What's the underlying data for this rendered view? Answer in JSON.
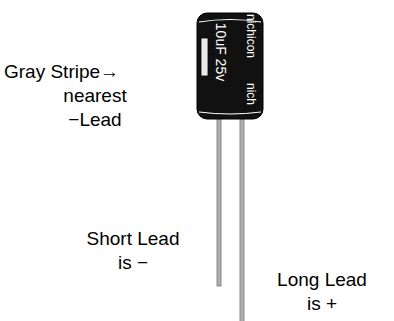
{
  "diagram": {
    "labels": [
      "Gray Stripe→",
      "nearest",
      "−Lead",
      "Short Lead",
      "is −",
      "Long Lead",
      "is +",
      "10uF 25v",
      "nichicon",
      "nich"
    ]
  }
}
